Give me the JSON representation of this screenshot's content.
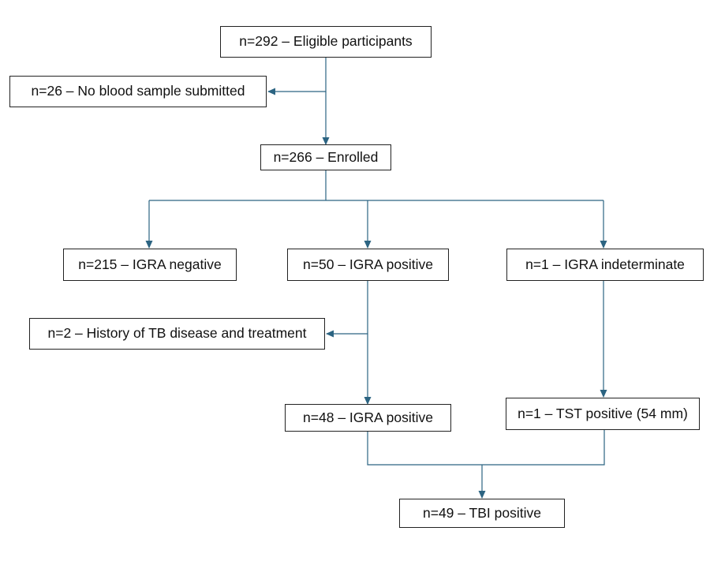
{
  "diagram": {
    "connector_color": "#2c6482",
    "border_color": "#222222",
    "nodes": {
      "eligible": "n=292 – Eligible participants",
      "no_blood": "n=26 – No blood sample submitted",
      "enrolled": "n=266 – Enrolled",
      "igra_negative": "n=215 – IGRA negative",
      "igra_positive": "n=50 – IGRA positive",
      "igra_indeterminate": "n=1 – IGRA indeterminate",
      "tb_history": "n=2 – History of TB disease and treatment",
      "igra_positive_final": "n=48 – IGRA positive",
      "tst_positive": "n=1 – TST positive (54 mm)",
      "tbi_positive": "n=49 – TBI positive"
    },
    "edges": [
      {
        "from": "eligible",
        "to": "no_blood"
      },
      {
        "from": "eligible",
        "to": "enrolled"
      },
      {
        "from": "enrolled",
        "to": "igra_negative"
      },
      {
        "from": "enrolled",
        "to": "igra_positive"
      },
      {
        "from": "enrolled",
        "to": "igra_indeterminate"
      },
      {
        "from": "igra_positive",
        "to": "tb_history"
      },
      {
        "from": "igra_positive",
        "to": "igra_positive_final"
      },
      {
        "from": "igra_indeterminate",
        "to": "tst_positive"
      },
      {
        "from": "igra_positive_final",
        "to": "tbi_positive"
      },
      {
        "from": "tst_positive",
        "to": "tbi_positive"
      }
    ]
  }
}
